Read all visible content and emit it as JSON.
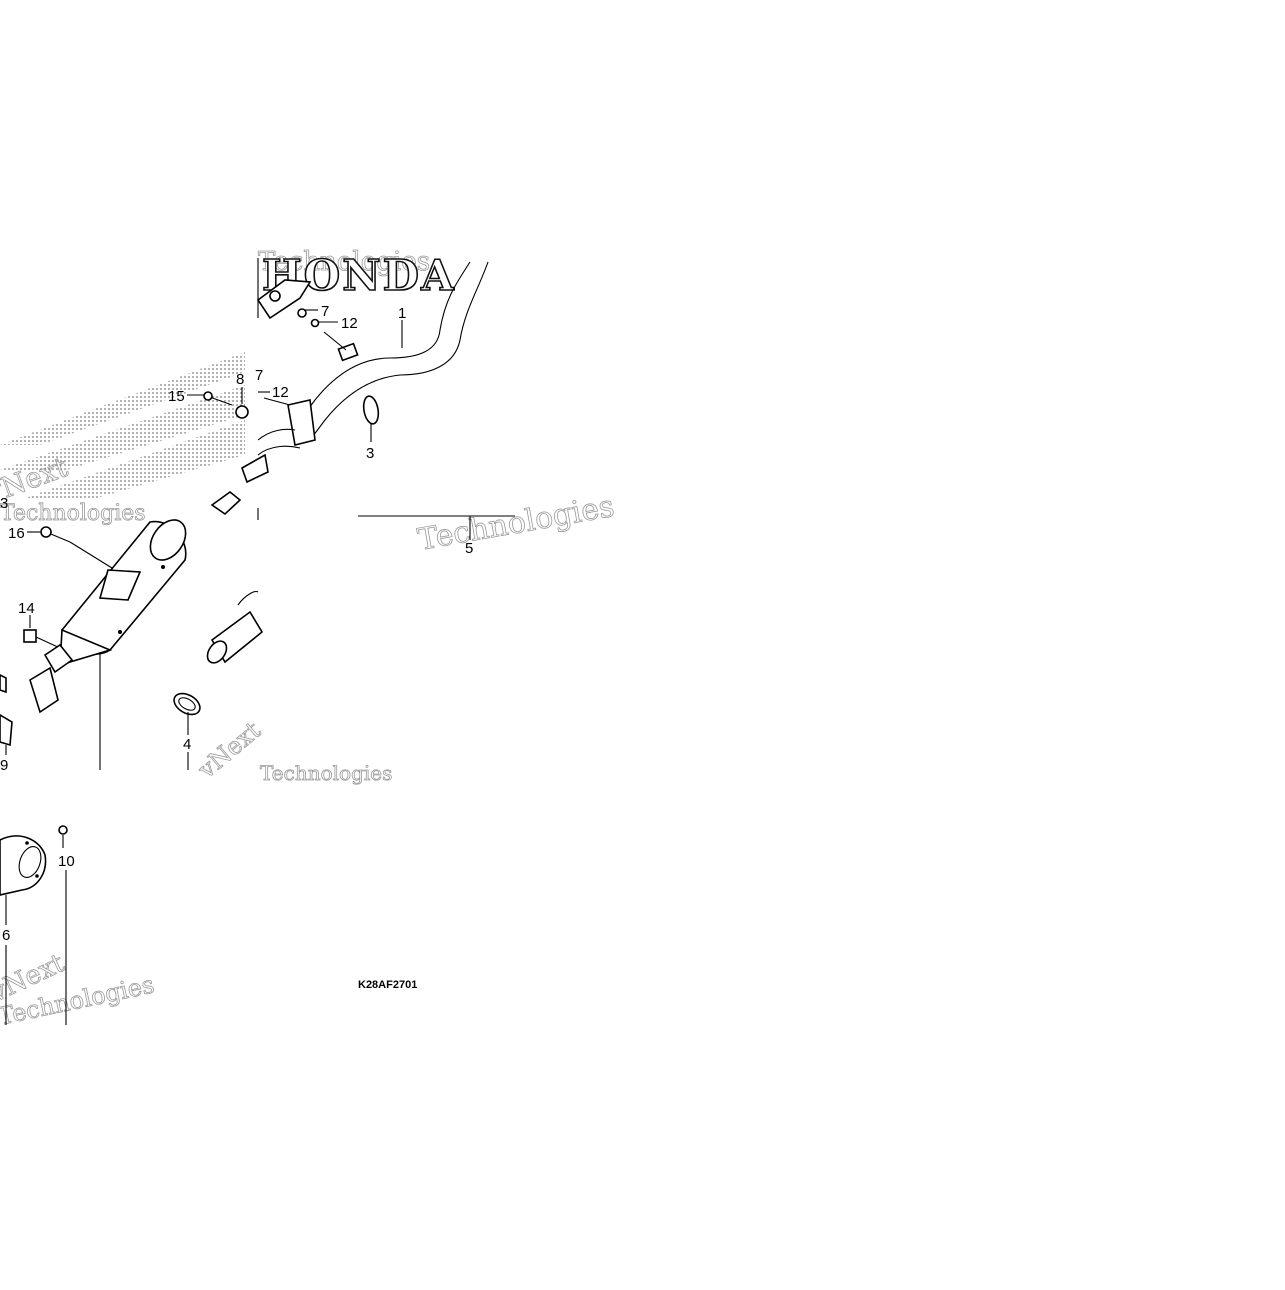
{
  "diagram": {
    "code": "K28AF2701",
    "brand_mark": "HONDA",
    "watermark_lines": [
      "vNext",
      "Technologies"
    ],
    "callouts": [
      {
        "id": "c1",
        "label": "1"
      },
      {
        "id": "c3",
        "label": "3"
      },
      {
        "id": "c3b",
        "label": "3"
      },
      {
        "id": "c4",
        "label": "4"
      },
      {
        "id": "c5",
        "label": "5"
      },
      {
        "id": "c6",
        "label": "6"
      },
      {
        "id": "c7a",
        "label": "7"
      },
      {
        "id": "c7b",
        "label": "7"
      },
      {
        "id": "c8",
        "label": "8"
      },
      {
        "id": "c9",
        "label": "9"
      },
      {
        "id": "c10",
        "label": "10"
      },
      {
        "id": "c12a",
        "label": "12"
      },
      {
        "id": "c12b",
        "label": "12"
      },
      {
        "id": "c14",
        "label": "14"
      },
      {
        "id": "c15",
        "label": "15"
      },
      {
        "id": "c16",
        "label": "16"
      }
    ]
  },
  "colors": {
    "ink": "#000000",
    "watermark": "#9a9a9a",
    "background": "#ffffff"
  }
}
